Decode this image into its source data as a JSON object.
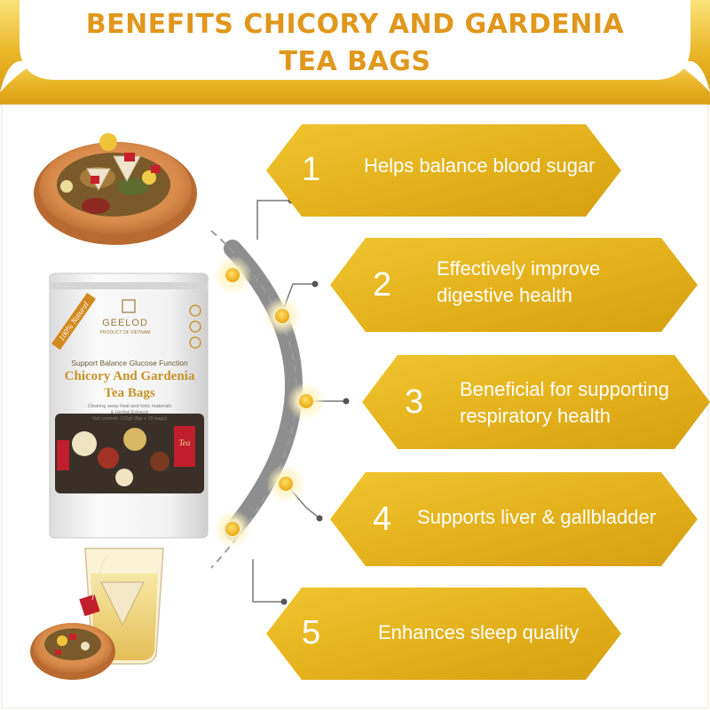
{
  "header": {
    "title_line1": "BENEFITS CHICORY AND GARDENIA",
    "title_line2": "TEA BAGS"
  },
  "benefits": [
    {
      "number": "1",
      "line1": "Helps balance blood sugar",
      "line2": ""
    },
    {
      "number": "2",
      "line1": "Effectively improve",
      "line2": "digestive health"
    },
    {
      "number": "3",
      "line1": "Beneficial for supporting",
      "line2": "respiratory health"
    },
    {
      "number": "4",
      "line1": "Supports liver & gallbladder",
      "line2": ""
    },
    {
      "number": "5",
      "line1": "Enhances sleep quality",
      "line2": ""
    }
  ],
  "package": {
    "badge": "100% Natural",
    "brand": "GEELOD",
    "brand_sub": "PRODUCT OF VIETNAM",
    "tagline": "Support Balance Glucose Function",
    "name_line1": "Chicory And Gardenia",
    "name_line2": "Tea Bags",
    "desc_line1": "Clearing away heat and toxic materials",
    "desc_line2": "& Herbal Extracts",
    "net_content": "Net content: 120gr (8gr x 15 bags)",
    "tea_label": "Tea"
  },
  "colors": {
    "gold": "#e8b820",
    "gold_dark": "#c99612",
    "title": "#e0971c",
    "arc": "#8e8e8e"
  }
}
